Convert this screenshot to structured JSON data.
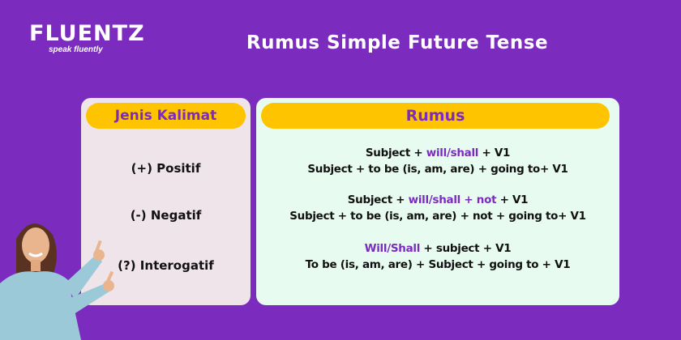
{
  "logo": {
    "name": "FLUENTZ",
    "tagline": "speak fluently"
  },
  "title": "Rumus Simple Future Tense",
  "table": {
    "headers": {
      "type": "Jenis Kalimat",
      "formula": "Rumus"
    },
    "rows": [
      {
        "type": "(+) Positif",
        "line1": {
          "a": "Subject + ",
          "b": "will/shall",
          "c": " + V1"
        },
        "line2": "Subject + to be (is, am, are) + going to+ V1"
      },
      {
        "type": "(-) Negatif",
        "line1": {
          "a": "Subject + ",
          "b": "will/shall + not",
          "c": " + V1"
        },
        "line2": "Subject + to be (is, am, are) + not + going to+ V1"
      },
      {
        "type": "(?) Interogatif",
        "line1": {
          "a": "",
          "b": "Will/Shall",
          "c": " + subject +  V1"
        },
        "line2": "To be (is, am, are) + Subject + going to +  V1"
      }
    ]
  },
  "colors": {
    "background": "#7b2cbf",
    "accent": "#ffc400",
    "highlight": "#7b2cbf"
  }
}
